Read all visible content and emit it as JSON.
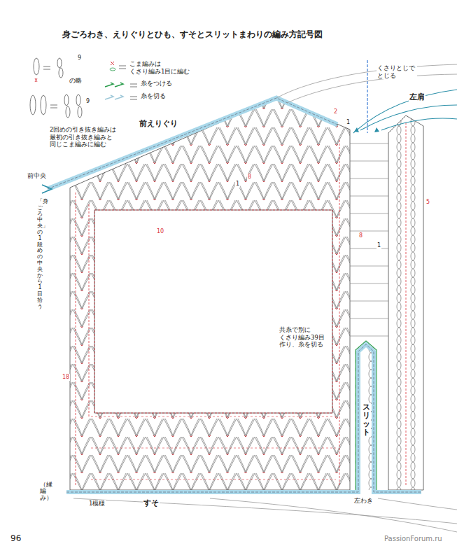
{
  "diagram": {
    "title": "身ごろわき、えりぐりとひも、すそとスリットまわりの編み方記号図",
    "labels": [
      "9",
      "の略",
      "9",
      "2回めの引き抜き編みは 最初の引き抜き編みと 同じこま編みに編む",
      "前えりぐり",
      "くさりとじで とじる",
      "左肩",
      "前中央",
      "「身ごろ中央」の1段めの中央から1目拾う",
      "2",
      "1",
      "1",
      "8",
      "10",
      "5",
      "8",
      "1",
      "18",
      "共糸で別に くさり編み39目 作り、糸を切る",
      "スリット",
      "（縁編み）",
      "1模様",
      "すそ",
      "左わき",
      "96",
      "PassionForum.ru"
    ],
    "legend": [
      {
        "text": "こま編みは くさり編み1目に編む"
      },
      {
        "text": "糸をつける"
      },
      {
        "text": "糸を切る"
      }
    ]
  }
}
